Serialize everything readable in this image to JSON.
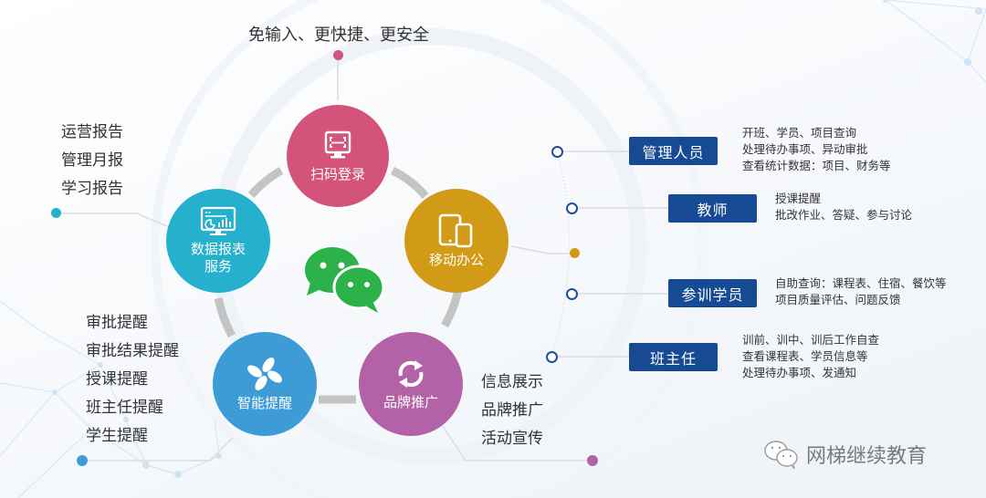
{
  "top_caption": "免输入、更快捷、更安全",
  "center_icon": "wechat-icon",
  "nodes": [
    {
      "id": "scan-login",
      "label": "扫码登录",
      "icon": "monitor-scan-icon",
      "color": "#d4537a"
    },
    {
      "id": "mobile-office",
      "label": "移动办公",
      "icon": "tablet-phone-icon",
      "color": "#d29b17"
    },
    {
      "id": "brand-promo",
      "label": "品牌推广",
      "icon": "refresh-arrows-icon",
      "color": "#b462a8"
    },
    {
      "id": "smart-remind",
      "label": "智能提醒",
      "icon": "pinwheel-icon",
      "color": "#3d9bd6"
    },
    {
      "id": "data-report",
      "label_line1": "数据报表",
      "label_line2": "服务",
      "icon": "dashboard-chart-icon",
      "color": "#25b0ce"
    }
  ],
  "left_top_list": [
    "运营报告",
    "管理月报",
    "学习报告"
  ],
  "left_bottom_list": [
    "审批提醒",
    "审批结果提醒",
    "授课提醒",
    "班主任提醒",
    "学生提醒"
  ],
  "bottom_list": [
    "信息展示",
    "品牌推广",
    "活动宣传"
  ],
  "roles": [
    {
      "name": "管理人员",
      "desc": [
        "开班、学员、项目查询",
        "处理待办事项、异动审批",
        "查看统计数据：项目、财务等"
      ]
    },
    {
      "name": "教师",
      "desc": [
        "授课提醒",
        "批改作业、答疑、参与讨论"
      ]
    },
    {
      "name": "参训学员",
      "desc": [
        "自助查询：课程表、住宿、餐饮等",
        "项目质量评估、问题反馈"
      ]
    },
    {
      "name": "班主任",
      "desc": [
        "训前、训中、训后工作自查",
        "查看课程表、学员信息等",
        "处理待办事项、发通知"
      ]
    }
  ],
  "brand": {
    "icon": "wechat-outline-icon",
    "name": "网梯继续教育"
  },
  "colors": {
    "role_blue": "#164a93",
    "ring_gray": "#c4c4c4",
    "wechat_green": "#2db24a",
    "connector_gray": "#dcdcdc"
  }
}
